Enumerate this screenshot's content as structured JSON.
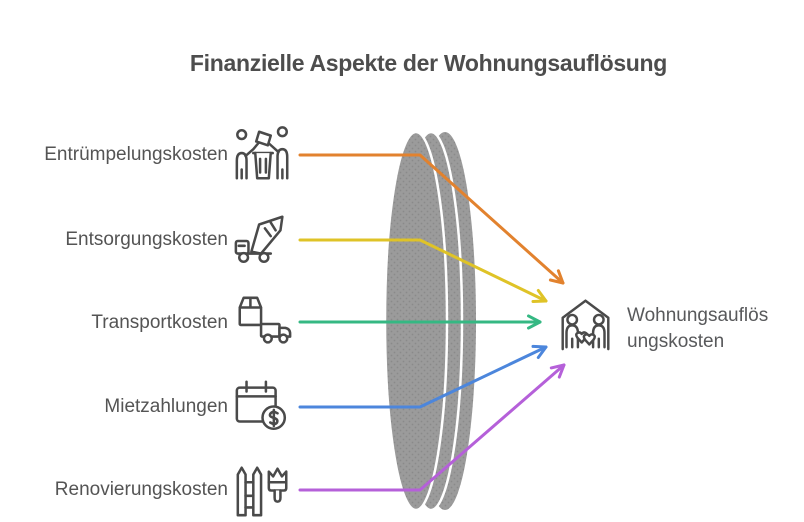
{
  "title": "Finanzielle Aspekte der Wohnungsauflösung",
  "colors": {
    "title_text": "#4D4D4D",
    "label_text": "#545454",
    "icon_stroke": "#4A4A4A",
    "lens_fill": "#9B9B9B",
    "lens_dot": "#8A8A8A",
    "background": "#FFFFFF"
  },
  "items": [
    {
      "label": "Entrümpelungskosten",
      "icon": "people-clearing-trash-icon",
      "arrow_color": "#E2822E"
    },
    {
      "label": "Entsorgungskosten",
      "icon": "dump-truck-icon",
      "arrow_color": "#DFC327"
    },
    {
      "label": "Transportkosten",
      "icon": "moving-box-truck-icon",
      "arrow_color": "#35B883"
    },
    {
      "label": "Mietzahlungen",
      "icon": "calendar-dollar-icon",
      "arrow_color": "#4C86DC"
    },
    {
      "label": "Renovierungskosten",
      "icon": "fence-paintbrush-icon",
      "arrow_color": "#B560D9"
    }
  ],
  "result": {
    "label": "Wohnungsauflösungskosten",
    "label_lines": [
      "Wohnungsauflös",
      "ungskosten"
    ],
    "icon": "house-family-icon"
  }
}
